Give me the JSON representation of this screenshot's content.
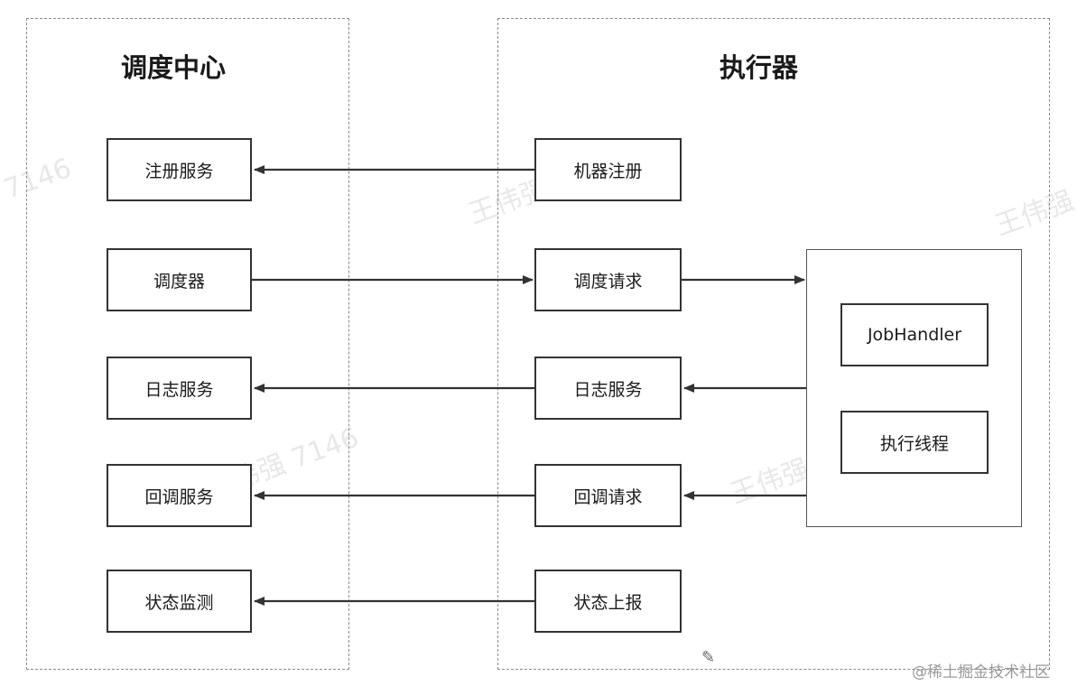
{
  "colors": {
    "edge": "#333333",
    "panel_border": "#8a8a8a",
    "watermark": "#e8e8e8"
  },
  "scheduler_center": {
    "title": "调度中心",
    "nodes": {
      "register_service": "注册服务",
      "scheduler": "调度器",
      "log_service": "日志服务",
      "callback_service": "回调服务",
      "status_monitor": "状态监测"
    }
  },
  "executor": {
    "title": "执行器",
    "nodes": {
      "machine_register": "机器注册",
      "schedule_request": "调度请求",
      "log_service": "日志服务",
      "callback_request": "回调请求",
      "status_report": "状态上报"
    },
    "job_group": {
      "job_handler": "JobHandler",
      "exec_thread": "执行线程"
    }
  },
  "watermarks": [
    "7146",
    "王伟强 7146",
    "王伟强 7146",
    "王伟强 7146",
    "王伟强"
  ],
  "site_badge": "@稀土掘金技术社区",
  "pen_icon": "pen-icon"
}
